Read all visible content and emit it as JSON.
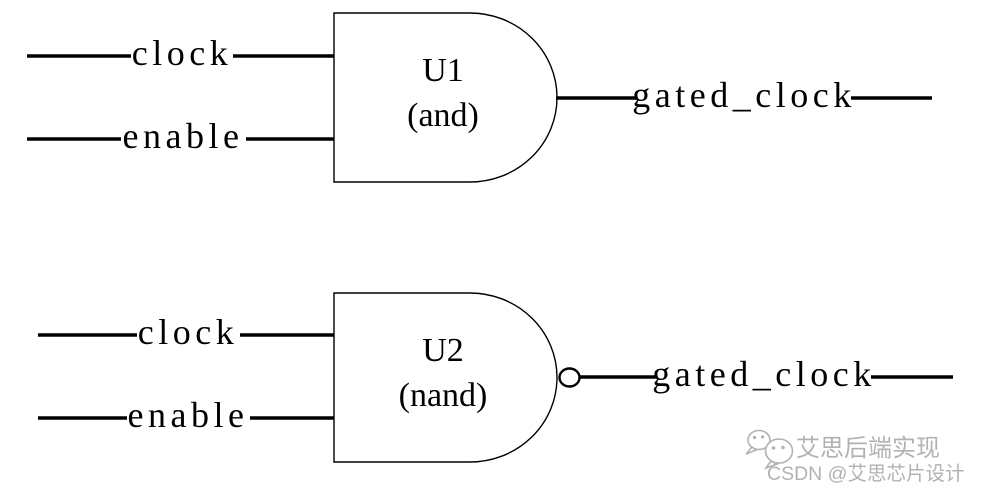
{
  "gates": [
    {
      "instance": "U1",
      "type": "(and)",
      "input1": "clock",
      "input2": "enable",
      "output": "gated_clock"
    },
    {
      "instance": "U2",
      "type": "(nand)",
      "input1": "clock",
      "input2": "enable",
      "output": "gated_clock"
    }
  ],
  "watermark": {
    "line1": "艾思后端实现",
    "line2": "CSDN @艾思芯片设计",
    "icon": "wechat-icon"
  },
  "colors": {
    "line": "#000000",
    "background": "#ffffff",
    "watermark": "#b2b2b2"
  }
}
